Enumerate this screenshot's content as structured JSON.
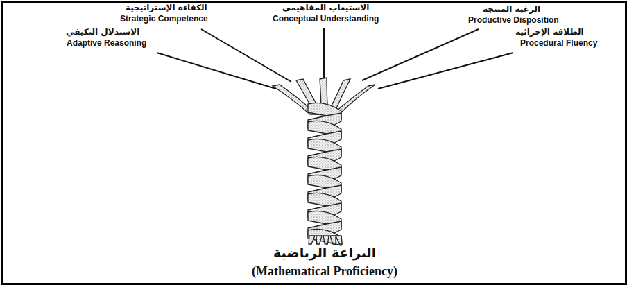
{
  "diagram": {
    "caption": "البراعة الرياضية",
    "labels": [
      "الكفاءة الإستراتيجية",
      "Strategic Competence",
      "الاستيعاب المفاهيمي",
      "Conceptual Understanding",
      "الرغبة المنتجة",
      "Productive Disposition",
      "الاستدلال التكيفي",
      "Adaptive Reasoning",
      "الطلاقة الإجرائية",
      "Procedural Fluency",
      "(Mathematical Proficiency)"
    ]
  }
}
